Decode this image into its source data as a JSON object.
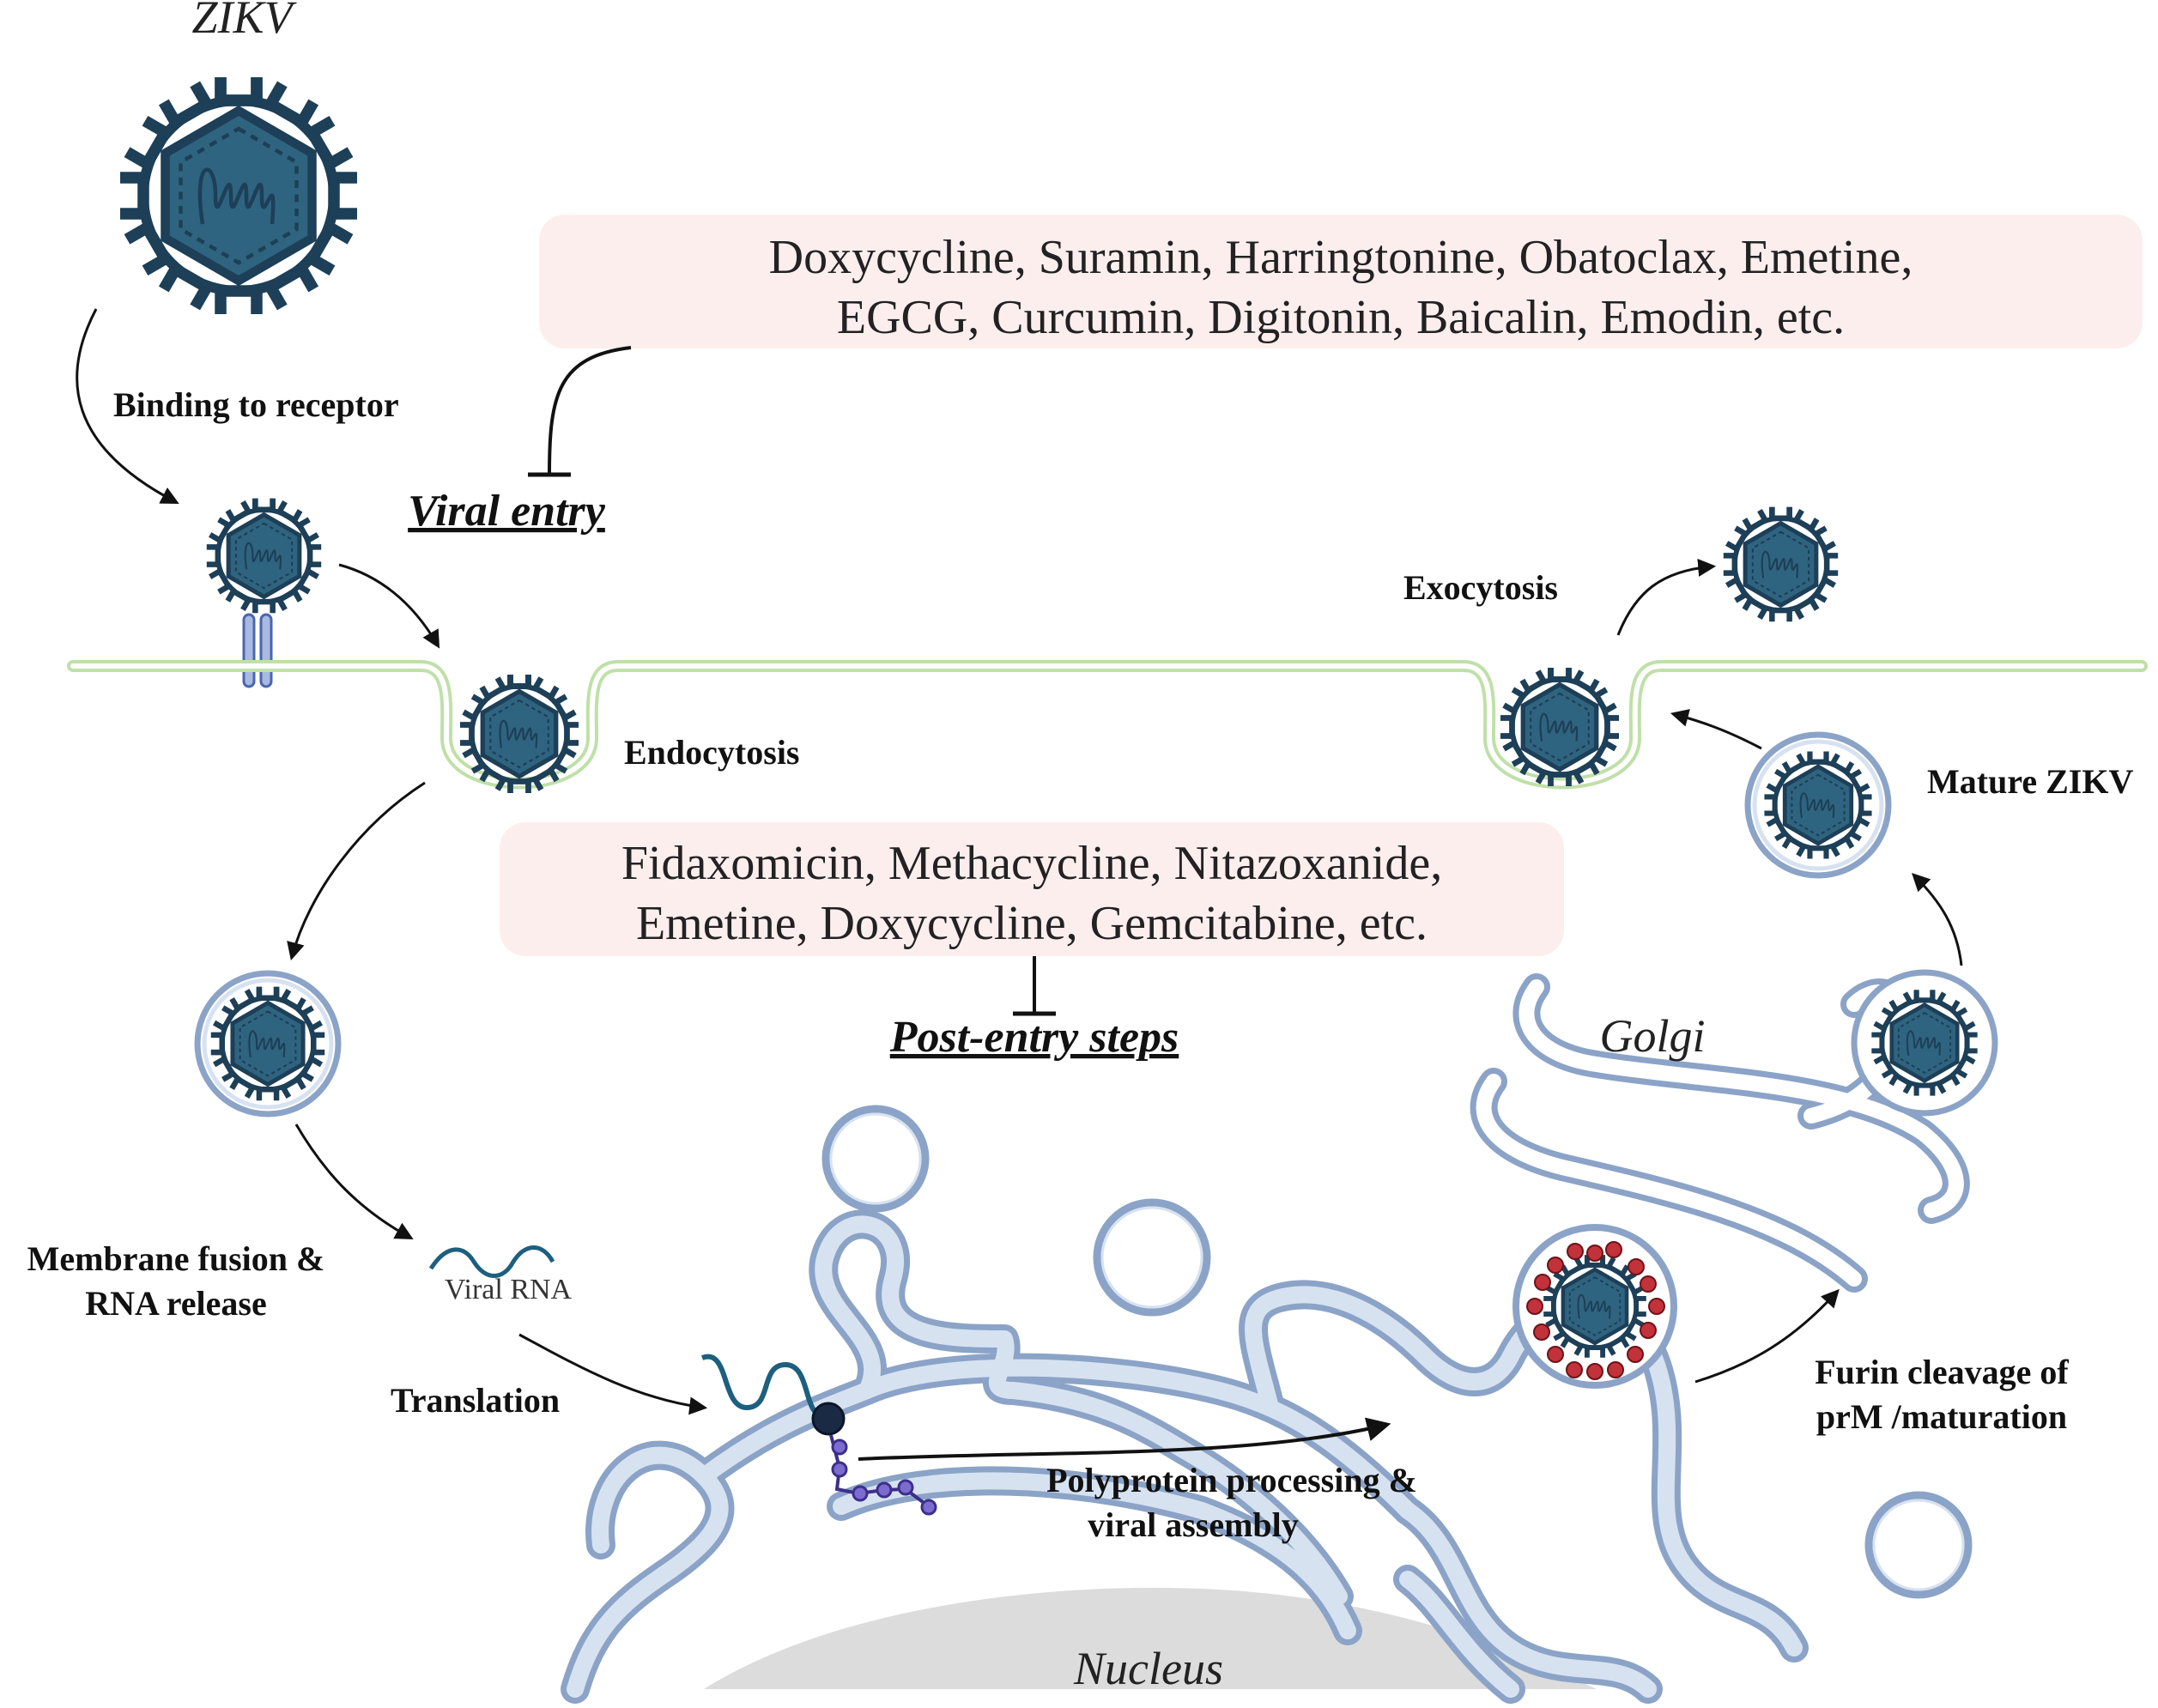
{
  "virus_label": "ZIKV",
  "steps": {
    "binding": "Binding to receptor",
    "endocytosis": "Endocytosis",
    "fusion_line1": "Membrane fusion &",
    "fusion_line2": "RNA release",
    "viral_rna": "Viral RNA",
    "translation": "Translation",
    "polyprotein_line1": "Polyprotein processing &",
    "polyprotein_line2": "viral assembly",
    "furin_line1": "Furin cleavage of",
    "furin_line2": "prM /maturation",
    "mature": "Mature  ZIKV",
    "exocytosis": "Exocytosis"
  },
  "organelles": {
    "golgi": "Golgi",
    "nucleus": "Nucleus"
  },
  "inhibitor_boxes": {
    "entry": {
      "line1": "Doxycycline, Suramin, Harringtonine, Obatoclax, Emetine,",
      "line2": "EGCG,  Curcumin, Digitonin, Baicalin, Emodin,  etc.",
      "target": "Viral entry"
    },
    "post_entry": {
      "line1": "Fidaxomicin, Methacycline, Nitazoxanide,",
      "line2": "Emetine, Doxycycline, Gemcitabine,  etc.",
      "target": "Post-entry steps"
    }
  },
  "colors": {
    "virus_dark": "#1d3f57",
    "virus_fill": "#2f6480",
    "membrane_green": "#bfe0a8",
    "er_outline": "#8ba3c7",
    "er_fill": "#d7e2f1",
    "box_fill": "#fdeeee",
    "prm_red": "#c2323a",
    "ribosome": "#1b2a44",
    "peptide": "#7c6cd0",
    "nucleus_fill": "#dcdcdc"
  }
}
